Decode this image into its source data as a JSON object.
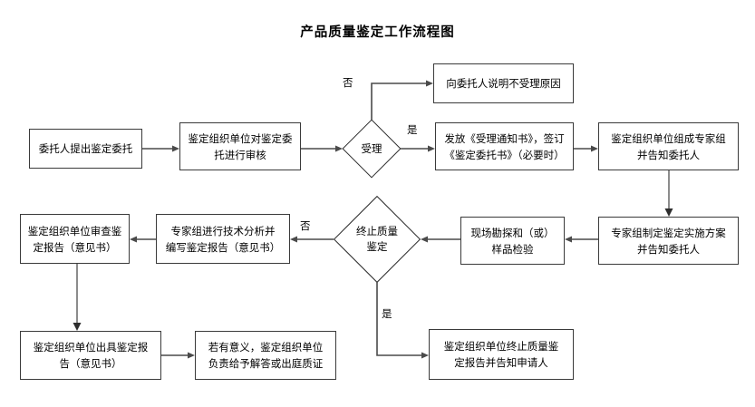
{
  "title": "产品质量鉴定工作流程图",
  "nodes": {
    "client_request": "委托人提出鉴定委托",
    "org_review": "鉴定组织单位对鉴定委\n托进行审核",
    "accept_decision": "受理",
    "explain_reason": "向委托人说明不受理原因",
    "issue_notice": "发放《受理通知书》，签订\n《鉴定委托书》（必要时）",
    "form_expert_group": "鉴定组织单位组成专家组\n并告知委托人",
    "expert_plan": "专家组制定鉴定实施方案\n并告知委托人",
    "site_survey": "现场勘探和（或）\n样品检验",
    "terminate_decision": "终止质量\n鉴定",
    "expert_analysis": "专家组进行技术分析并\n编写鉴定报告（意见书）",
    "org_audit_report": "鉴定组织单位审查鉴\n定报告（意见书）",
    "issue_report": "鉴定组织单位出具鉴定报\n告（意见书）",
    "answer_or_court": "若有意义，鉴定组织单位\n负责给予解答或出庭质证",
    "terminate_report": "鉴定组织单位终止质量鉴\n定报告并告知申请人"
  },
  "edge_labels": {
    "no_accept": "否",
    "yes_accept": "是",
    "no_terminate": "否",
    "yes_terminate": "是"
  },
  "colors": {
    "box_border": "#3a3a3a",
    "connector": "#4a4a4a",
    "background": "#ffffff",
    "text": "#000000"
  }
}
